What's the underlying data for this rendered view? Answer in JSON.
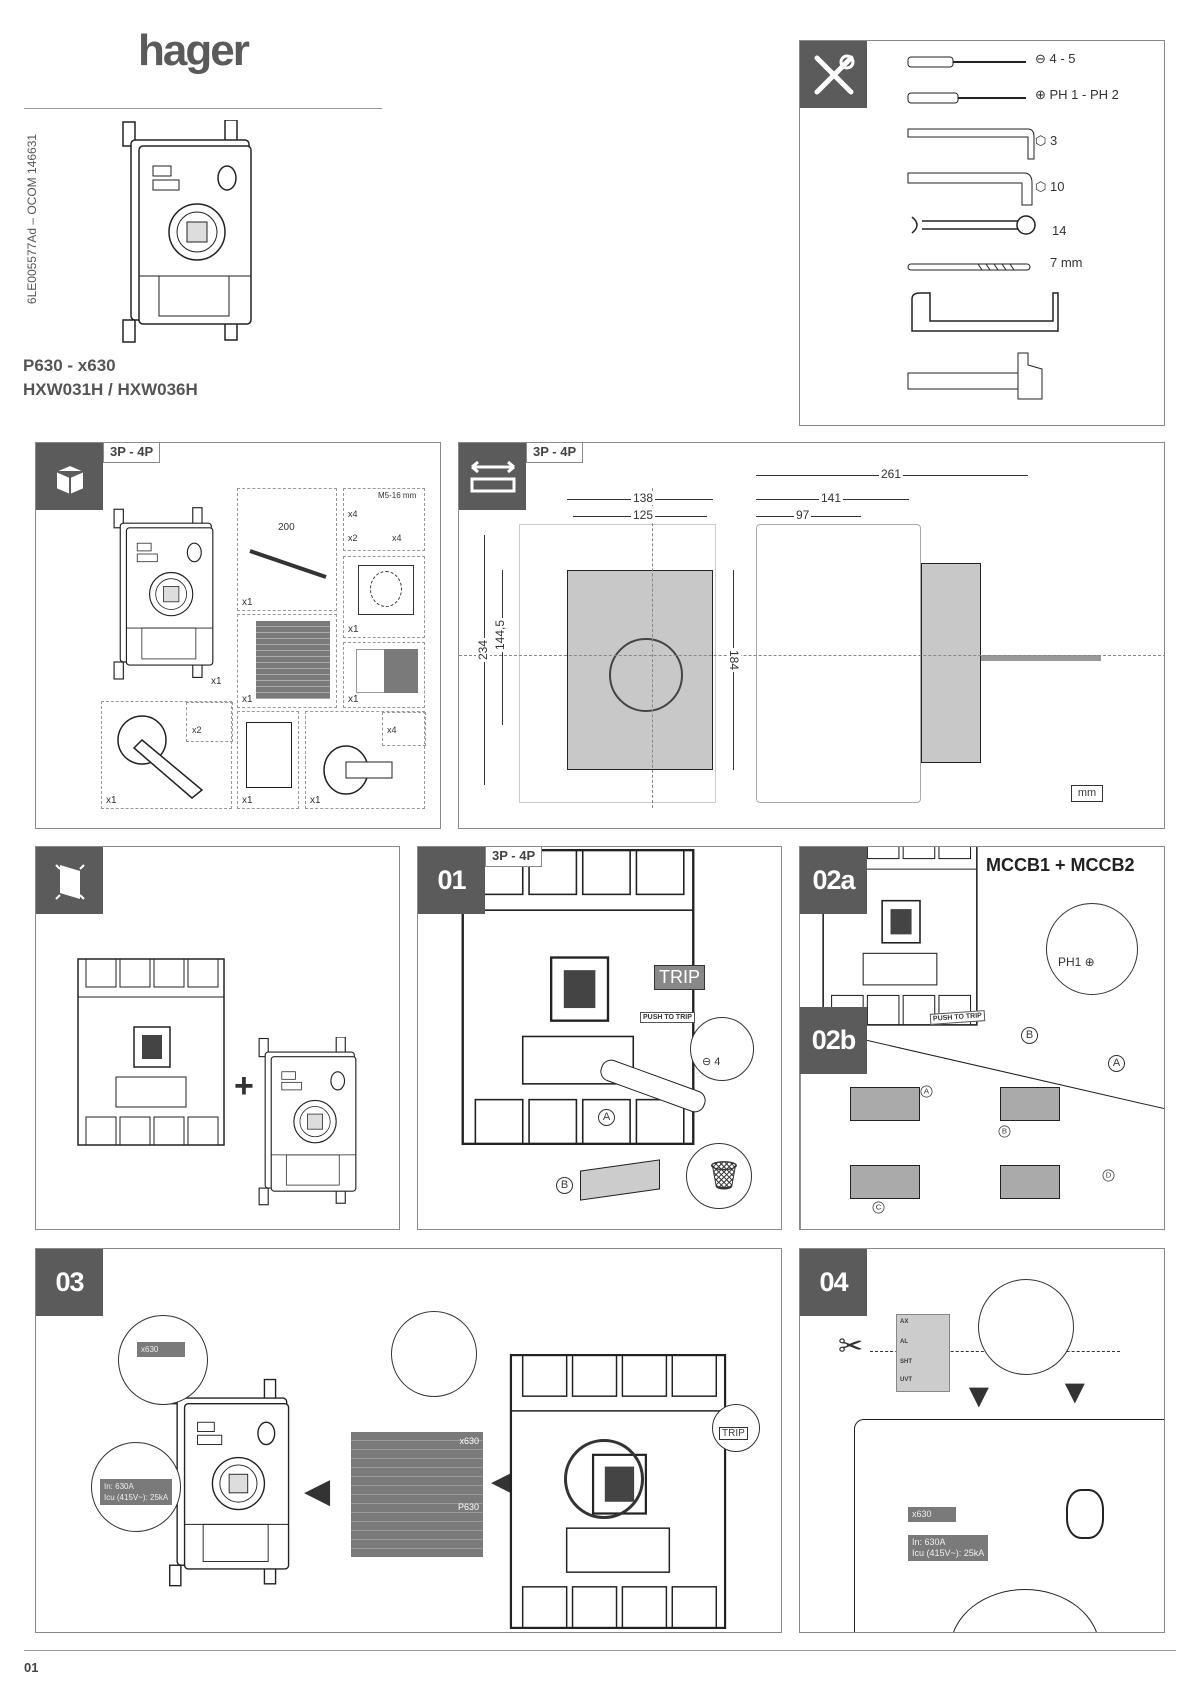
{
  "header": {
    "brand": "hager",
    "doc_code": "6LE005577Ad – OCOM 146631",
    "product_line": "P630 - x630",
    "references": "HXW031H / HXW036H"
  },
  "tools": {
    "icon": "tools-icon",
    "items": [
      {
        "icon": "flat-screwdriver-icon",
        "label": "4 - 5"
      },
      {
        "icon": "phillips-screwdriver-icon",
        "label": "PH 1 - PH 2"
      },
      {
        "icon": "hex-key-icon",
        "label": "3"
      },
      {
        "icon": "hex-socket-key-icon",
        "label": "10"
      },
      {
        "icon": "open-wrench-icon",
        "label": "14"
      },
      {
        "icon": "drill-bit-icon",
        "label": "7 mm"
      },
      {
        "icon": "hacksaw-icon",
        "label": ""
      },
      {
        "icon": "hammer-icon",
        "label": ""
      }
    ]
  },
  "package": {
    "icon": "box-icon",
    "badge": "3P - 4P",
    "rod_length": "200",
    "screw_spec": "M5-16 mm",
    "qty": {
      "device": "x1",
      "rod": "x1",
      "nuts": "x4",
      "spacers": "x2",
      "washers": "x4",
      "template": "x1",
      "labels": "x1",
      "aux_label": "x1",
      "handle": "x1",
      "handle_screws": "x2",
      "booklet": "x1",
      "adapter": "x1",
      "adapter_screws": "x4"
    }
  },
  "dimensions": {
    "icon": "ruler-icon",
    "badge": "3P - 4P",
    "width_outer": "138",
    "width_inner": "125",
    "height_outer": "234",
    "height_inner": "144,5",
    "height_face": "184",
    "depth_total": "261",
    "depth_mid": "141",
    "depth_front": "97",
    "unit": "mm"
  },
  "steps": {
    "mounting": {
      "icon": "panel-mount-icon",
      "plus": "+"
    },
    "s01": {
      "number": "01",
      "badge": "3P - 4P",
      "trip": "TRIP",
      "push": "PUSH TO TRIP",
      "screwdriver_size": "4",
      "a": "A",
      "b": "B"
    },
    "s02a": {
      "number": "02a",
      "title": "MCCB1 + MCCB2",
      "ph": "PH1",
      "a": "A",
      "b": "B",
      "push": "PUSH TO TRIP"
    },
    "s02b": {
      "number": "02b",
      "a": "A",
      "b": "B",
      "c": "C",
      "d": "D"
    },
    "s03": {
      "number": "03",
      "label_model": "x630",
      "label_rating_1": "In: 630A",
      "label_rating_2": "Icu (415V~): 25kA",
      "sheet_1": "x630",
      "sheet_2": "P630",
      "trip": "TRIP"
    },
    "s04": {
      "number": "04",
      "aux": [
        "AX",
        "AL",
        "SHT",
        "UVT"
      ],
      "label_model": "x630",
      "label_rating_1": "In: 630A",
      "label_rating_2": "Icu (415V~): 25kA"
    }
  },
  "footer": {
    "page": "01"
  }
}
